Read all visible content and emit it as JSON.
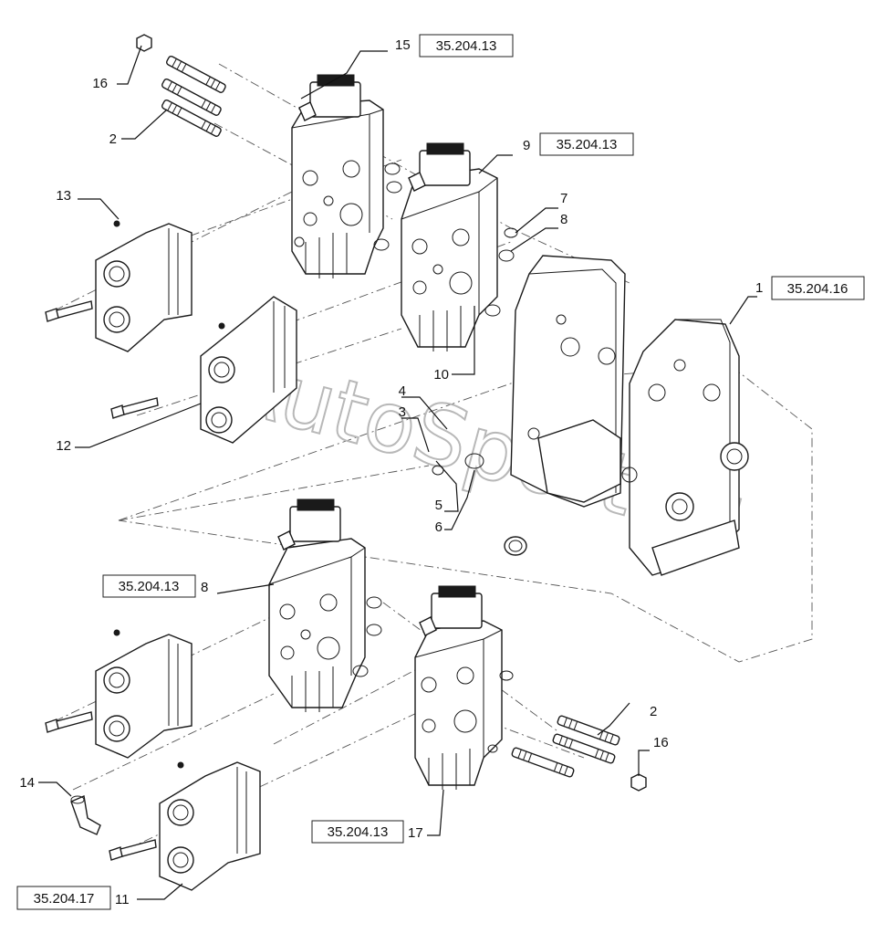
{
  "watermark": "AutoSport.ru",
  "callouts": {
    "c15": {
      "num": "15",
      "ref": "35.204.13"
    },
    "c9": {
      "num": "9",
      "ref": "35.204.13"
    },
    "c1": {
      "num": "1",
      "ref": "35.204.16"
    },
    "c8b": {
      "num": "8",
      "ref": "35.204.13"
    },
    "c17": {
      "num": "17",
      "ref": "35.204.13"
    },
    "c11": {
      "num": "11",
      "ref": "35.204.17"
    }
  },
  "labels": {
    "n16a": "16",
    "n2a": "2",
    "n13": "13",
    "n7": "7",
    "n8a": "8",
    "n10": "10",
    "n12": "12",
    "n4": "4",
    "n3": "3",
    "n5": "5",
    "n6": "6",
    "n2b": "2",
    "n16b": "16",
    "n14": "14"
  }
}
